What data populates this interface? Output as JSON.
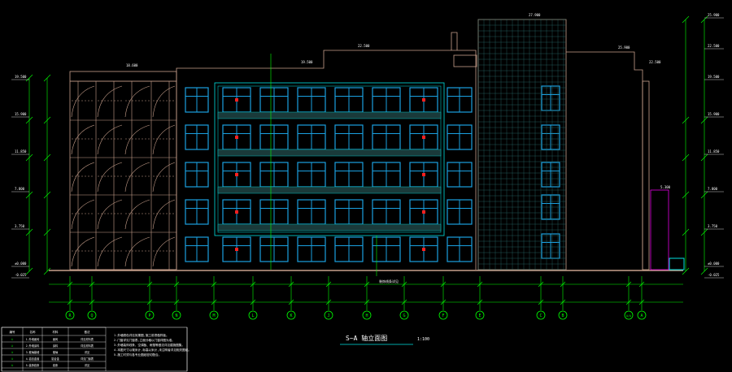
{
  "drawing": {
    "title": "S~A 轴立面图",
    "scale": "1:100",
    "colors": {
      "background": "#000000",
      "outline": "#c8a08c",
      "window": "#1aa0e0",
      "curtain_wall": "#00e0e0",
      "dimension": "#00ff00",
      "grid_line": "#00ff00",
      "marker": "#ff2020",
      "text": "#ffffff",
      "accent": "#ff00ff"
    }
  },
  "grid_axes": [
    "R",
    "Q",
    "P",
    "N",
    "M",
    "L",
    "K",
    "J",
    "H",
    "G",
    "F",
    "E",
    "C",
    "B",
    "A/A",
    "A"
  ],
  "elevations_left": [
    "19.500",
    "15.900",
    "11.850",
    "7.800",
    "3.750",
    "±0.000",
    "-0.025"
  ],
  "elevations_right": [
    "25.900",
    "22.500",
    "19.500",
    "15.900",
    "11.850",
    "7.800",
    "3.750",
    "±0.000",
    "-0.025"
  ],
  "top_elevations": [
    "27.900",
    "22.500",
    "19.500",
    "18.600",
    "25.900",
    "22.500"
  ],
  "mid_labels": [
    "5.300",
    "装饰线条详见"
  ],
  "legend": {
    "headers": [
      "编号",
      "名称",
      "材料",
      "做法"
    ],
    "rows": [
      [
        "①",
        "1.外墙面砖",
        "面砖",
        "详见材料表"
      ],
      [
        "②",
        "2.外墙涂料",
        "涂料",
        "详见材料表"
      ],
      [
        "③",
        "3.玻璃幕墙",
        "玻璃",
        "详见"
      ],
      [
        "④",
        "4.铝合金窗",
        "铝合金",
        "详见门窗表"
      ],
      [
        "⑤",
        "5.装饰线条",
        "线条",
        "详见"
      ]
    ]
  },
  "notes": [
    "1.外墙颜色详见效果图,施工前须做样板。",
    "2.门窗详见门窗表,立面分格以门窗详图为准。",
    "3.外墙装饰线条、空调板、雨篷等做法详见建施图集。",
    "4.本图尺寸以毫米计,标高以米计,未注明者详见相关图纸。",
    "5.施工时须与各专业图纸密切配合。"
  ]
}
